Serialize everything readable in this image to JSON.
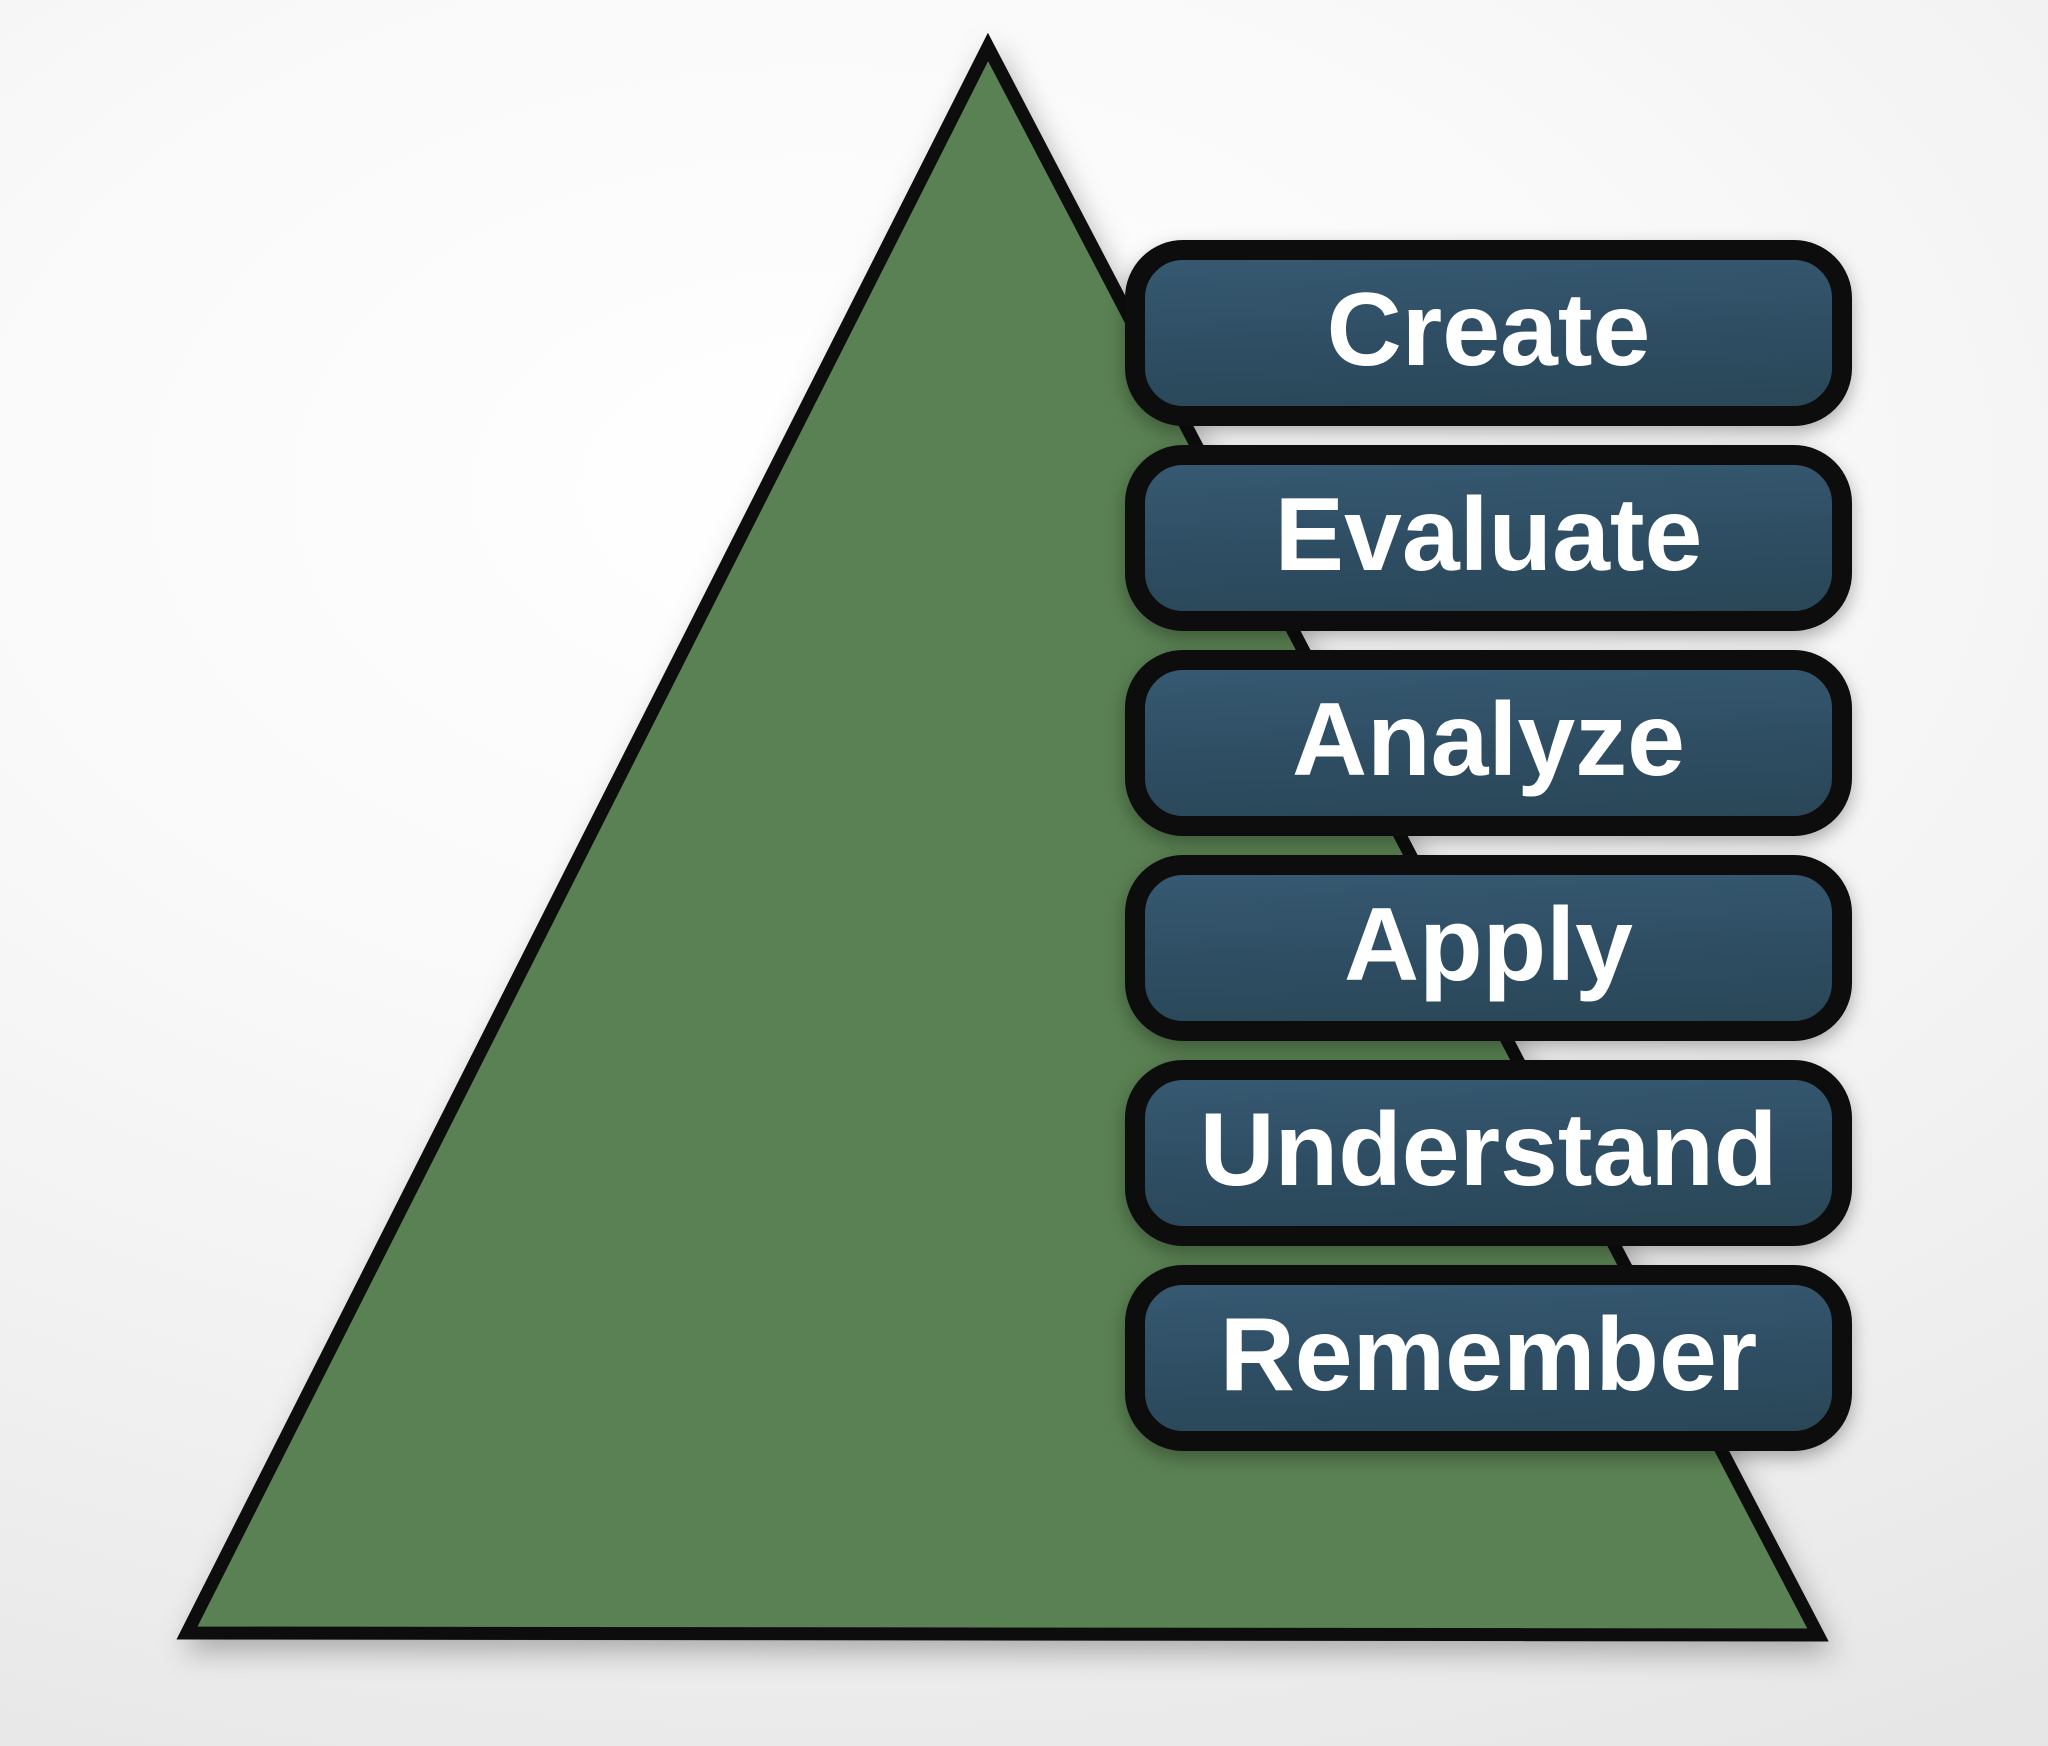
{
  "diagram": {
    "type": "pyramid",
    "subject": "taxonomy-levels",
    "order": "top-to-bottom",
    "levels": [
      {
        "label": "Create"
      },
      {
        "label": "Evaluate"
      },
      {
        "label": "Analyze"
      },
      {
        "label": "Apply"
      },
      {
        "label": "Understand"
      },
      {
        "label": "Remember"
      }
    ]
  },
  "colors": {
    "triangle-fill": "#5a8153",
    "pill-fill": "#2e4d63",
    "pill-text": "#ffffff",
    "outline": "#0d0d0d",
    "background": "#efefef"
  }
}
